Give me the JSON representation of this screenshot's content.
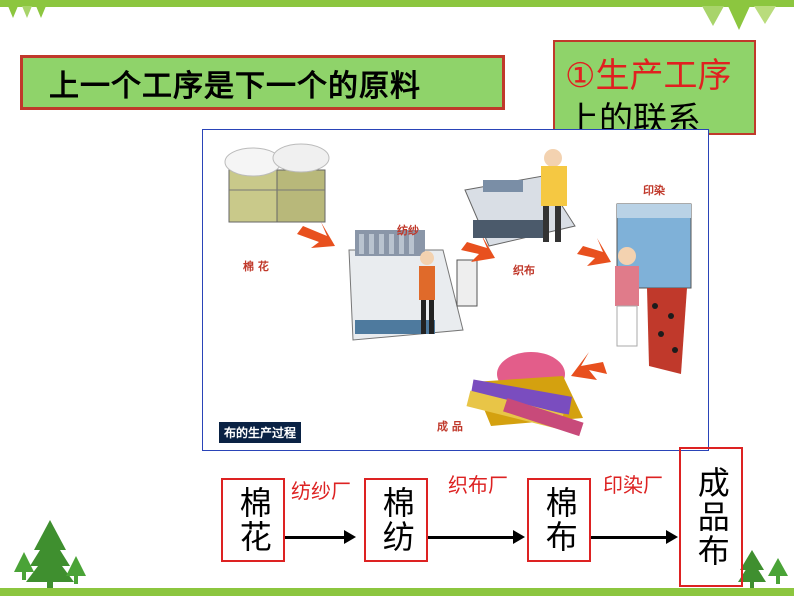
{
  "slide": {
    "title": "上一个工序是下一个的原料",
    "side_box": {
      "line1": "①生产工序",
      "line2": "上的联系"
    }
  },
  "illustration": {
    "labels": {
      "cotton": "棉 花",
      "spinning": "纺纱",
      "weaving": "织布",
      "dyeing": "印染",
      "product": "成 品"
    },
    "caption": "布的生产过程"
  },
  "flow": {
    "steps": [
      "棉花",
      "棉纺",
      "棉布",
      "成品布"
    ],
    "processes": [
      "纺纱厂",
      "织布厂",
      "印染厂"
    ]
  },
  "colors": {
    "green_fill": "#8fd36a",
    "border_red": "#c0392b",
    "flow_red": "#d22222",
    "bar_green": "#8cc63f",
    "frame_blue": "#2a44b8",
    "caption_bg": "#0a2244"
  }
}
